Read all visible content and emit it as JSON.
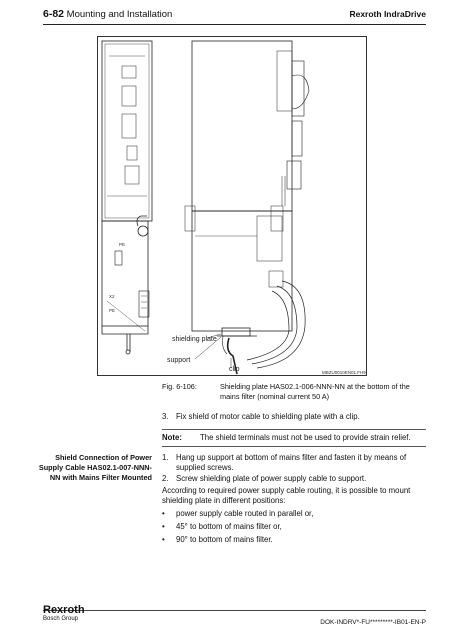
{
  "header": {
    "page_number": "6-82",
    "section_title": "Mounting and Installation",
    "product": "Rexroth IndraDrive"
  },
  "figure": {
    "callouts": {
      "shielding_plate": "shielding plate",
      "support": "support",
      "clip": "clip"
    },
    "drawing_code": "MBZU0010EN01.FH9",
    "caption_number": "Fig. 6-106:",
    "caption_text": "Shielding plate HAS02.1-006-NNN-NN at the bottom of the mains filter (nominal current 50 A)"
  },
  "step_before": {
    "number": "3.",
    "text": "Fix shield of motor cable to shielding plate with a clip."
  },
  "note": {
    "label": "Note:",
    "text": "The shield terminals must not be used to provide strain relief."
  },
  "section": {
    "side_heading": "Shield Connection of Power Supply Cable HAS02.1-007-NNN-NN with Mains Filter Mounted",
    "steps": [
      {
        "number": "1.",
        "text": "Hang up support at bottom of mains filter and fasten it by means of supplied screws."
      },
      {
        "number": "2.",
        "text": "Screw shielding plate of power supply cable to support."
      }
    ],
    "paragraph": "According to required power supply cable routing, it is possible to mount shielding plate in different positions:",
    "bullets": [
      "power supply cable routed in parallel or,",
      "45° to bottom of mains filter or,",
      "90° to bottom of mains filter."
    ]
  },
  "footer": {
    "logo": "Rexroth",
    "logo_sub": "Bosch Group",
    "doc_code": "DOK-INDRV*-FU*********-IB01-EN-P"
  }
}
